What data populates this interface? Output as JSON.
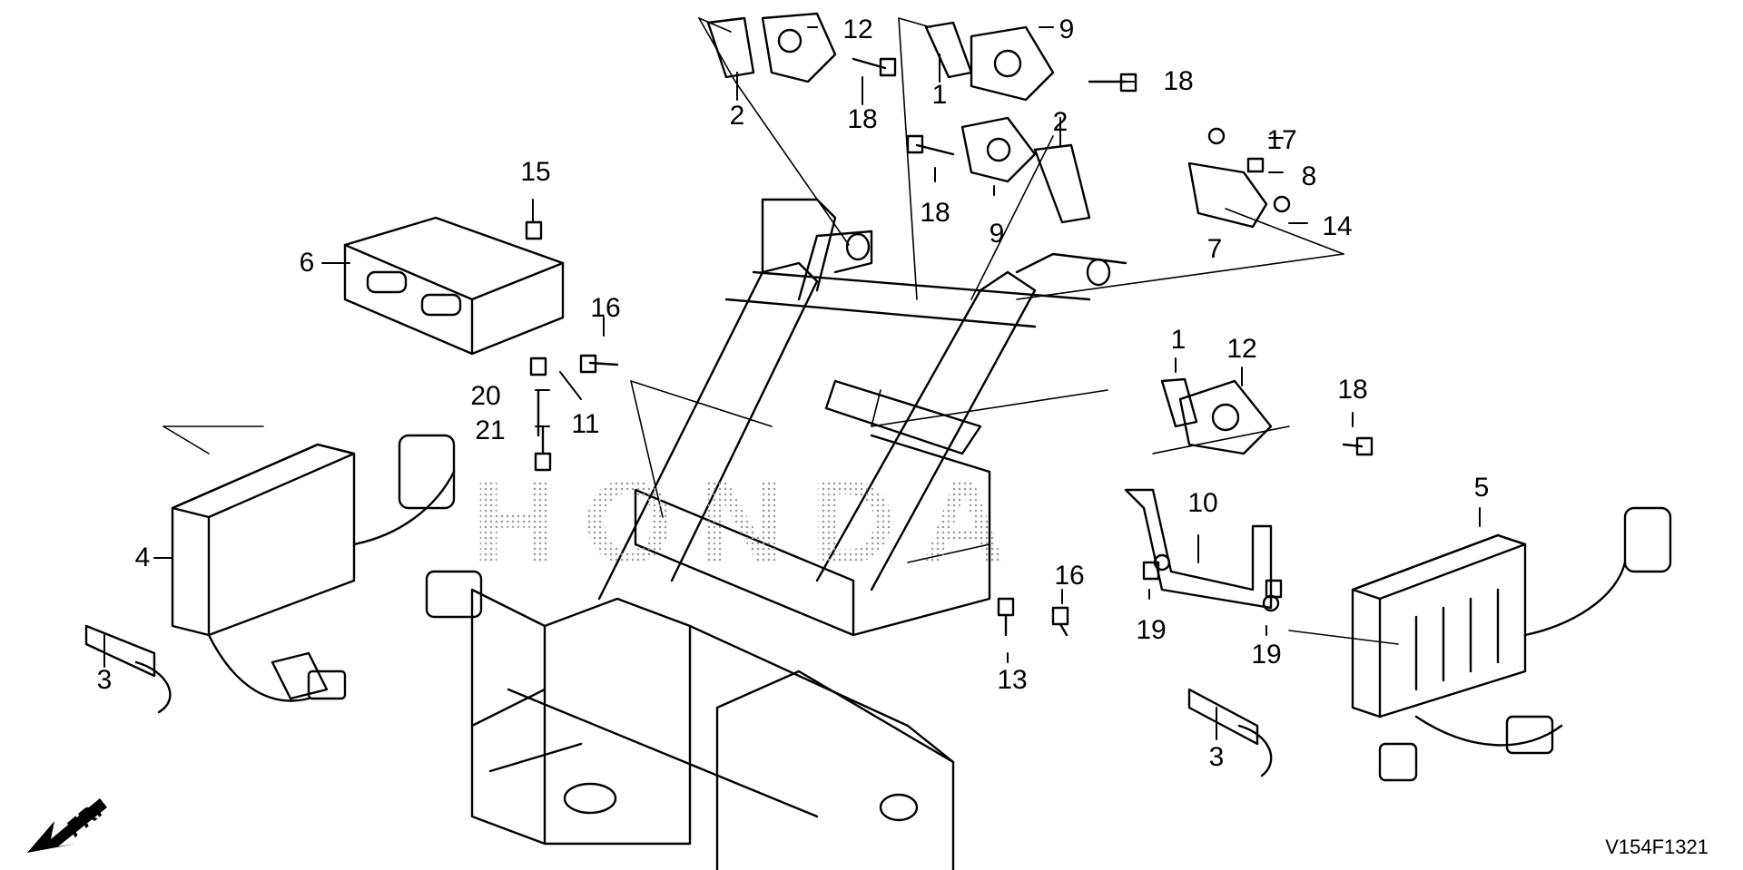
{
  "diagram": {
    "type": "exploded-parts-diagram",
    "watermark": "HONDA",
    "diagram_code": "V154F1321",
    "direction_indicator": "FR.",
    "brand_marking_on_part_4": "HONDA",
    "callouts": [
      {
        "id": "c-12a",
        "number": "12"
      },
      {
        "id": "c-2a",
        "number": "2"
      },
      {
        "id": "c-18a",
        "number": "18"
      },
      {
        "id": "c-1a",
        "number": "1"
      },
      {
        "id": "c-9a",
        "number": "9"
      },
      {
        "id": "c-18b",
        "number": "18"
      },
      {
        "id": "c-2b",
        "number": "2"
      },
      {
        "id": "c-18c",
        "number": "18"
      },
      {
        "id": "c-9b",
        "number": "9"
      },
      {
        "id": "c-17",
        "number": "17"
      },
      {
        "id": "c-8",
        "number": "8"
      },
      {
        "id": "c-14",
        "number": "14"
      },
      {
        "id": "c-7",
        "number": "7"
      },
      {
        "id": "c-15",
        "number": "15"
      },
      {
        "id": "c-6",
        "number": "6"
      },
      {
        "id": "c-16a",
        "number": "16"
      },
      {
        "id": "c-20",
        "number": "20"
      },
      {
        "id": "c-11",
        "number": "11"
      },
      {
        "id": "c-21",
        "number": "21"
      },
      {
        "id": "c-1b",
        "number": "1"
      },
      {
        "id": "c-12b",
        "number": "12"
      },
      {
        "id": "c-18d",
        "number": "18"
      },
      {
        "id": "c-4",
        "number": "4"
      },
      {
        "id": "c-10",
        "number": "10"
      },
      {
        "id": "c-5",
        "number": "5"
      },
      {
        "id": "c-16b",
        "number": "16"
      },
      {
        "id": "c-19a",
        "number": "19"
      },
      {
        "id": "c-19b",
        "number": "19"
      },
      {
        "id": "c-13",
        "number": "13"
      },
      {
        "id": "c-3a",
        "number": "3"
      },
      {
        "id": "c-3b",
        "number": "3"
      }
    ]
  }
}
